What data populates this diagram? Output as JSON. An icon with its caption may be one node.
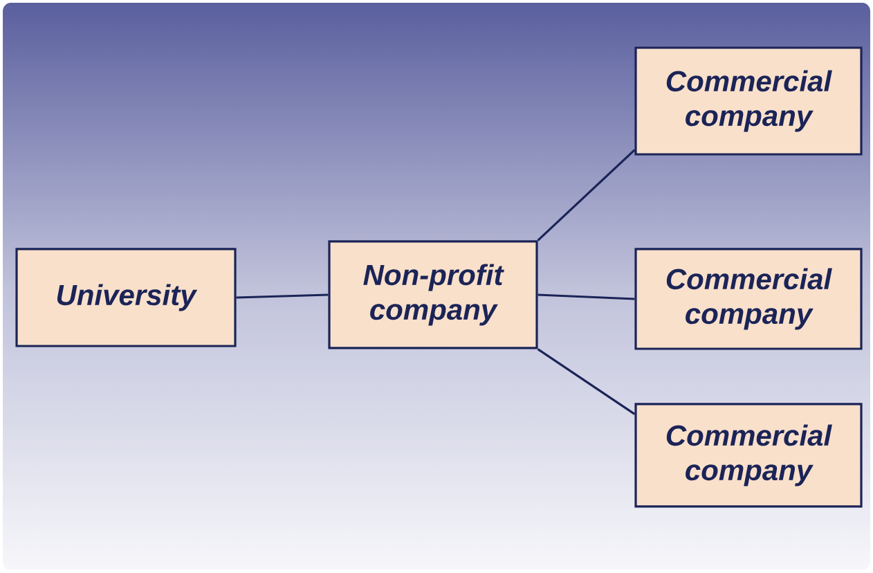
{
  "diagram": {
    "nodes": [
      {
        "text": [
          "University"
        ]
      },
      {
        "text": [
          "Non-profit company"
        ]
      },
      {
        "text": [
          "Commercial company"
        ]
      },
      {
        "text": [
          "Commercial company"
        ]
      },
      {
        "text": [
          "Commercial company"
        ]
      }
    ],
    "edges": [
      {
        "from": 0,
        "to": 1,
        "arrow": "none"
      },
      {
        "from": 1,
        "to": 2,
        "arrow": "none"
      },
      {
        "from": 1,
        "to": 3,
        "arrow": "none"
      },
      {
        "from": 1,
        "to": 4,
        "arrow": "none"
      }
    ]
  }
}
